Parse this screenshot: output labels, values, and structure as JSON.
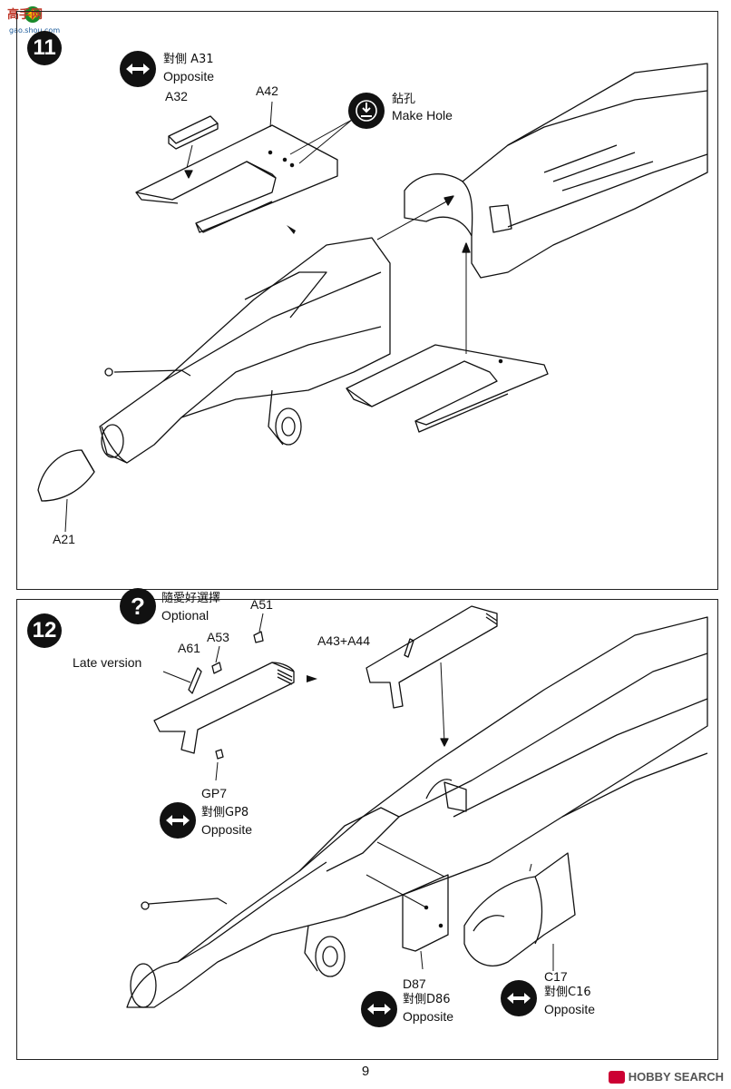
{
  "watermark": {
    "site_name": "高手网",
    "site_url": "gao.shou.com",
    "footer_brand": "HOBBY SEARCH"
  },
  "page_number": "9",
  "step11": {
    "number": "11",
    "opposite_a31": {
      "cjk": "對側 A31",
      "en": "Opposite"
    },
    "a32": "A32",
    "a42": "A42",
    "make_hole": {
      "cjk": "鉆孔",
      "en": "Make Hole"
    },
    "a21": "A21"
  },
  "step12": {
    "number": "12",
    "optional": {
      "cjk": "隨愛好選擇",
      "en": "Optional"
    },
    "a51": "A51",
    "a53": "A53",
    "a61": "A61",
    "late_version": "Late version",
    "a43_a44": "A43+A44",
    "gp7": "GP7",
    "opposite_gp8": {
      "cjk": "對側GP8",
      "en": "Opposite"
    },
    "d87": "D87",
    "opposite_d86": {
      "cjk": "對側D86",
      "en": "Opposite"
    },
    "c17": "C17",
    "opposite_c16": {
      "cjk": "對側C16",
      "en": "Opposite"
    }
  }
}
